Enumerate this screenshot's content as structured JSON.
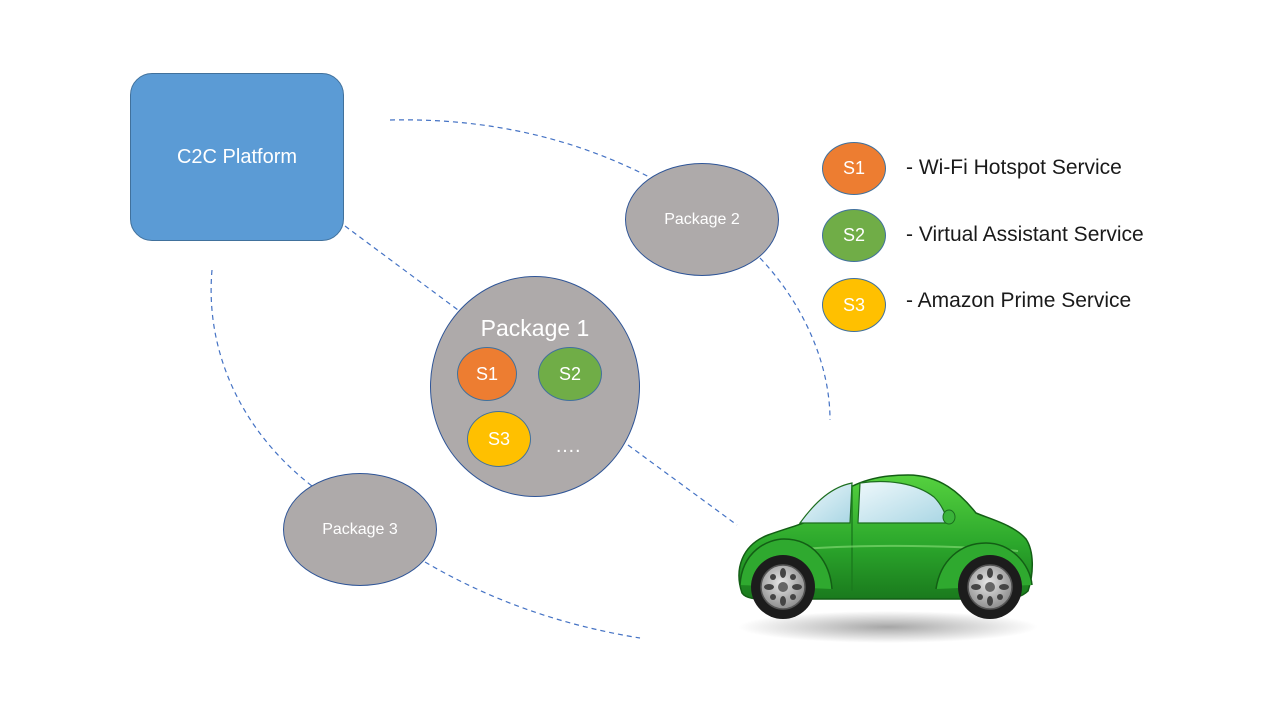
{
  "platform": {
    "label": "C2C Platform"
  },
  "packages": {
    "p1": {
      "label": "Package 1",
      "more": "…."
    },
    "p2": {
      "label": "Package 2"
    },
    "p3": {
      "label": "Package 3"
    }
  },
  "services": {
    "s1": {
      "code": "S1",
      "color": "#ed7d31"
    },
    "s2": {
      "code": "S2",
      "color": "#70ad47"
    },
    "s3": {
      "code": "S3",
      "color": "#ffc000"
    }
  },
  "legend": [
    {
      "code": "S1",
      "text": "- Wi-Fi Hotspot Service",
      "color": "#ed7d31"
    },
    {
      "code": "S2",
      "text": "- Virtual Assistant Service",
      "color": "#70ad47"
    },
    {
      "code": "S3",
      "text": "- Amazon Prime Service",
      "color": "#ffc000"
    }
  ],
  "colors": {
    "platform": "#5b9bd5",
    "package_fill": "#aeaaaa",
    "connector": "#4472c4",
    "car_body": "#2ca82c"
  },
  "icons": {
    "vehicle": "car-icon"
  }
}
